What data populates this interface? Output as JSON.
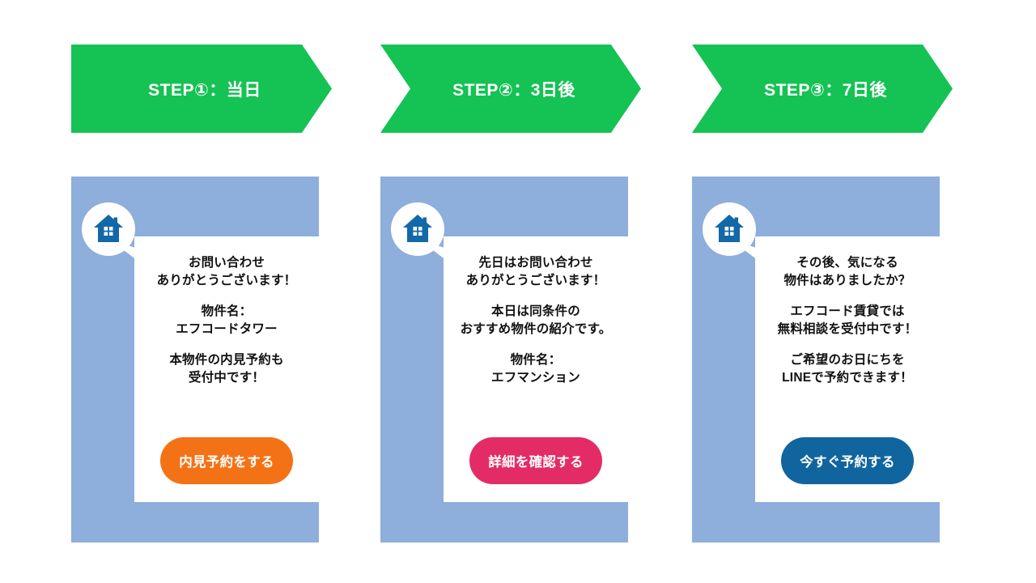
{
  "page": {
    "title": "物件紹介ステップフロー",
    "background_color": "#ffffff",
    "columns": 3
  },
  "theme": {
    "banner_green": "#15c254",
    "card_blue": "#8eaedc",
    "bubble_white": "#ffffff",
    "house_icon_blue": "#1268a8",
    "text_black": "#111111",
    "cta_orange": "#f47216",
    "cta_pink": "#e32c66",
    "cta_blue": "#11659e"
  },
  "steps": [
    {
      "banner_label": "STEP①：当日",
      "icon": "house-icon",
      "paragraphs": [
        "お問い合わせ\nありがとうございます！",
        "物件名：\nエフコードタワー",
        "本物件の内見予約も\n受付中です！"
      ],
      "cta_label": "内見予約をする",
      "cta_color": "#f47216"
    },
    {
      "banner_label": "STEP②：3日後",
      "icon": "house-icon",
      "paragraphs": [
        "先日はお問い合わせ\nありがとうございます！",
        "本日は同条件の\nおすすめ物件の紹介です。",
        "物件名：\nエフマンション"
      ],
      "cta_label": "詳細を確認する",
      "cta_color": "#e32c66"
    },
    {
      "banner_label": "STEP③：7日後",
      "icon": "house-icon",
      "paragraphs": [
        "その後、気になる\n物件はありましたか？",
        "エフコード賃貸では\n無料相談を受付中です！",
        "ご希望のお日にちを\nLINEで予約できます！"
      ],
      "cta_label": "今すぐ予約する",
      "cta_color": "#11659e"
    }
  ]
}
